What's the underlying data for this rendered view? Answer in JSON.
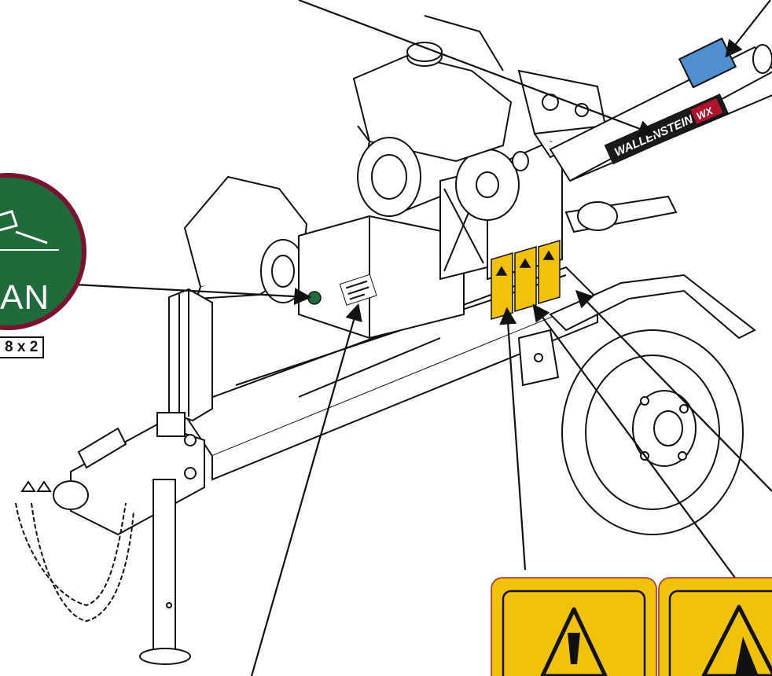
{
  "decal_badge": {
    "label": "AN",
    "quantity": "8 x 2",
    "color": "#1f6b3a",
    "ring_color": "#7a1230"
  },
  "cylinder_decal": {
    "brand": "WALLENSTEIN",
    "model_mark": "WX"
  },
  "warning_decals": {
    "background": "#f2c20a",
    "count_on_machine": 3
  },
  "icons": [
    "warning-triangle-icon",
    "exclamation-icon",
    "qr-label-icon"
  ],
  "colors": {
    "line": "#111111",
    "callout_arrow": "#111111",
    "warning_yellow": "#f2c20a",
    "badge_green": "#1f6b3a",
    "badge_ring": "#7a1230",
    "cylinder_blue": "#4f8fd0",
    "brand_red": "#b0132a"
  }
}
